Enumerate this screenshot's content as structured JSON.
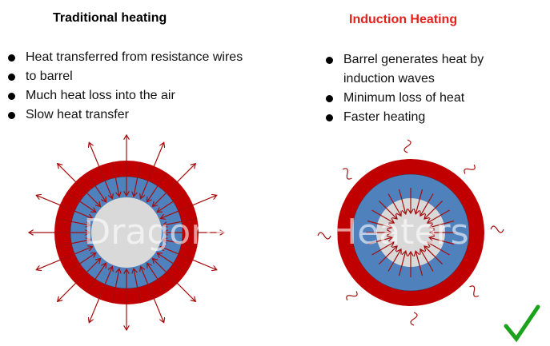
{
  "left": {
    "title": "Traditional heating",
    "bullets": [
      "Heat transferred from resistance wires",
      " to barrel",
      "Much heat loss into the air",
      "Slow heat transfer"
    ]
  },
  "right": {
    "title": "Induction Heating",
    "bullets": [
      "Barrel generates heat by induction waves",
      "Minimum loss of heat",
      "Faster heating"
    ]
  },
  "watermark": "DragonPower Heaters",
  "colors": {
    "red": "#c00000",
    "blue": "#4f81bd",
    "grey": "#d9d9d9",
    "arrow": "#a50d0d",
    "title_red": "#e8201c",
    "check": "#1aa31a"
  },
  "icons": {
    "check": "check-mark-icon"
  }
}
